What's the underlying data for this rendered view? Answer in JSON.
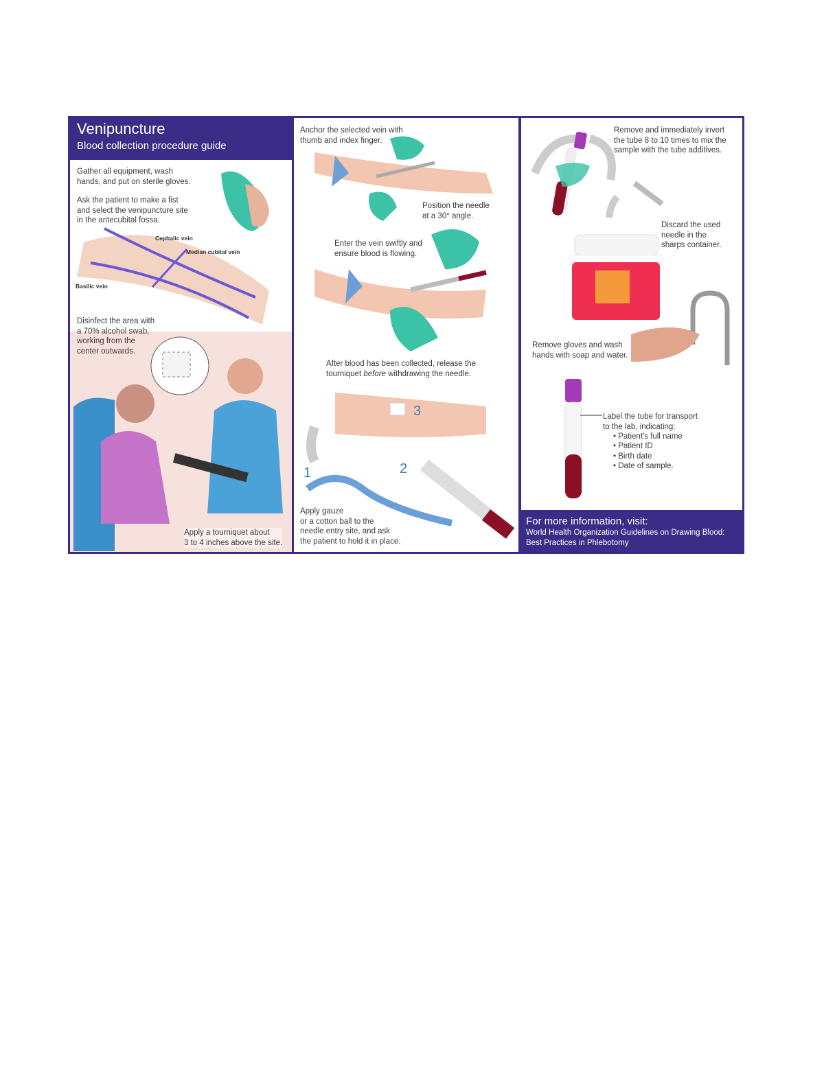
{
  "header": {
    "title": "Venipuncture",
    "subtitle": "Blood collection procedure guide"
  },
  "left": {
    "step_gloves": "Gather all equipment, wash\nhands, and put on sterile gloves.",
    "step_fist": "Ask the patient to make a fist\nand select the venipuncture site\nin the antecubital fossa.",
    "vein_labels": {
      "cephalic": "Cephalic vein",
      "median": "Median cubital vein",
      "basilic": "Basilic vein"
    },
    "step_disinfect": "Disinfect the area with\na 70% alcohol swab,\nworking from the\ncenter outwards.",
    "step_tourniquet": "Apply a tourniquet about\n3 to 4 inches above the site."
  },
  "middle": {
    "step_anchor": "Anchor the selected vein with\nthumb and index finger.",
    "step_position": "Position the needle\nat a 30° angle.",
    "step_enter": "Enter the vein swiftly and\nensure blood is flowing.",
    "step_release_pre": "After blood has been collected, release the\ntourniquet ",
    "step_release_em": "before",
    "step_release_post": " withdrawing the needle.",
    "numbers": [
      "1",
      "2",
      "3"
    ],
    "step_gauze": "Apply gauze\nor a cotton ball to the\nneedle entry site, and ask\nthe patient to hold it in place."
  },
  "right": {
    "step_invert": "Remove and immediately invert\nthe tube 8 to 10 times to mix the\nsample with the tube additives.",
    "step_discard": "Discard the used\nneedle in the\nsharps container.",
    "step_wash": "Remove gloves and wash\nhands with soap and water.",
    "step_label": "Label the tube for transport\nto the lab, indicating:",
    "label_items": [
      "• Patient's full name",
      "• Patient ID",
      "• Birth date",
      "• Date of sample."
    ]
  },
  "footer": {
    "heading": "For more information, visit:",
    "reference": "World Health Organization Guidelines on Drawing Blood:\nBest Practices in Phlebotomy"
  },
  "colors": {
    "brand_purple": "#3b2c87",
    "glove_teal": "#3cc2a6",
    "tourniquet_blue": "#6a9fd8",
    "blood": "#8a1028",
    "cap_purple": "#a23bb5",
    "sharps_red": "#ef2f52"
  }
}
